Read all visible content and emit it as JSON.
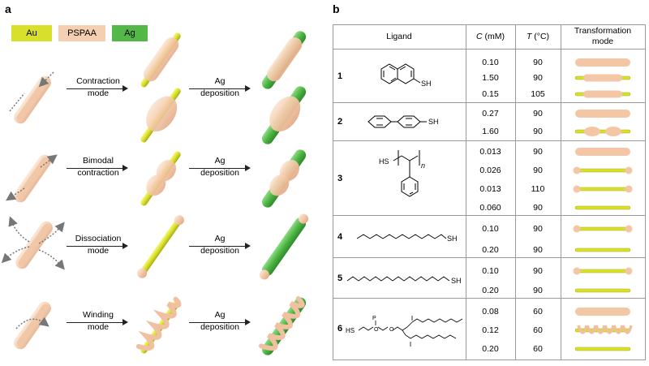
{
  "panels": {
    "a": "a",
    "b": "b"
  },
  "legend": [
    {
      "label": "Au",
      "color": "#d9e02c"
    },
    {
      "label": "PSPAA",
      "color": "#f5cfb2"
    },
    {
      "label": "Ag",
      "color": "#53b848"
    }
  ],
  "rows_a": [
    {
      "mode_line1": "Contraction",
      "mode_line2": "mode",
      "dep_line1": "Ag",
      "dep_line2": "deposition"
    },
    {
      "mode_line1": "Bimodal",
      "mode_line2": "contraction",
      "dep_line1": "Ag",
      "dep_line2": "deposition"
    },
    {
      "mode_line1": "Dissociation",
      "mode_line2": "mode",
      "dep_line1": "Ag",
      "dep_line2": "deposition"
    },
    {
      "mode_line1": "Winding",
      "mode_line2": "mode",
      "dep_line1": "Ag",
      "dep_line2": "deposition"
    }
  ],
  "table": {
    "headers": {
      "ligand": "Ligand",
      "c_sym": "C",
      "c_unit": " (mM)",
      "t_sym": "T",
      "t_unit": " (°C)",
      "mode_line1": "Transformation",
      "mode_line2": "mode"
    },
    "ligands": [
      {
        "num": "1",
        "structure": "SH",
        "rows": [
          {
            "c": "0.10",
            "t": "90",
            "mode": "thick"
          },
          {
            "c": "1.50",
            "t": "90",
            "mode": "contract"
          },
          {
            "c": "0.15",
            "t": "105",
            "mode": "contract"
          }
        ]
      },
      {
        "num": "2",
        "structure": "SH",
        "rows": [
          {
            "c": "0.27",
            "t": "90",
            "mode": "thick"
          },
          {
            "c": "1.60",
            "t": "90",
            "mode": "bimodal"
          }
        ]
      },
      {
        "num": "3",
        "structure_sh": "HS",
        "structure_n": "n",
        "rows": [
          {
            "c": "0.013",
            "t": "90",
            "mode": "thick"
          },
          {
            "c": "0.026",
            "t": "90",
            "mode": "dissoc"
          },
          {
            "c": "0.013",
            "t": "110",
            "mode": "dissoc"
          },
          {
            "c": "0.060",
            "t": "90",
            "mode": "bare"
          }
        ]
      },
      {
        "num": "4",
        "structure": "SH",
        "rows": [
          {
            "c": "0.10",
            "t": "90",
            "mode": "dissoc"
          },
          {
            "c": "0.20",
            "t": "90",
            "mode": "bare"
          }
        ]
      },
      {
        "num": "5",
        "structure": "SH",
        "rows": [
          {
            "c": "0.10",
            "t": "90",
            "mode": "dissoc"
          },
          {
            "c": "0.20",
            "t": "90",
            "mode": "bare"
          }
        ]
      },
      {
        "num": "6",
        "structure": "HS",
        "rows": [
          {
            "c": "0.08",
            "t": "60",
            "mode": "thick"
          },
          {
            "c": "0.12",
            "t": "60",
            "mode": "winding"
          },
          {
            "c": "0.20",
            "t": "60",
            "mode": "bare"
          }
        ]
      }
    ]
  }
}
